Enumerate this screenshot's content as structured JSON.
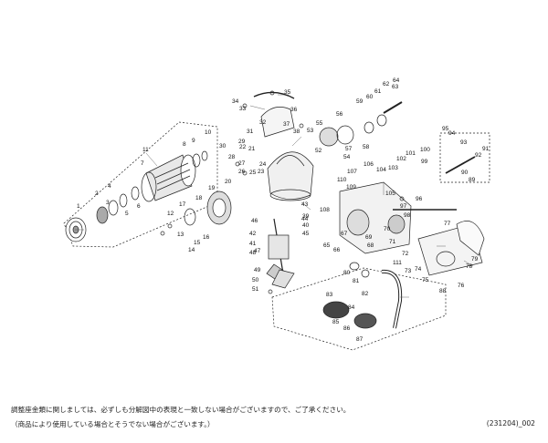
{
  "notes": {
    "line1": "調整座金類に関しましては、必ずしも分解図中の表現と一致しない場合がございますので、ご了承ください。",
    "line2": "（商品により使用している場合とそうでない場合がございます。）"
  },
  "diagram_code": "(231204)_002",
  "part_numbers": [
    "1",
    "2",
    "3",
    "4",
    "5",
    "6",
    "7",
    "8",
    "9",
    "10",
    "11",
    "12",
    "13",
    "14",
    "15",
    "16",
    "17",
    "18",
    "19",
    "20",
    "21",
    "22",
    "23",
    "24",
    "25",
    "26",
    "27",
    "28",
    "29",
    "30",
    "31",
    "32",
    "33",
    "34",
    "35",
    "36",
    "37",
    "38",
    "39",
    "40",
    "41",
    "42",
    "43",
    "44",
    "45",
    "46",
    "47",
    "48",
    "49",
    "50",
    "51",
    "52",
    "53",
    "54",
    "55",
    "56",
    "57",
    "58",
    "59",
    "60",
    "61",
    "62",
    "63",
    "64",
    "65",
    "66",
    "67",
    "68",
    "69",
    "70",
    "71",
    "72",
    "73",
    "74",
    "75",
    "76",
    "77",
    "78",
    "79",
    "80",
    "81",
    "82",
    "83",
    "84",
    "85",
    "86",
    "87",
    "88",
    "89",
    "90",
    "91",
    "92",
    "93",
    "94",
    "95",
    "96",
    "97",
    "98",
    "99",
    "100",
    "101",
    "102",
    "103",
    "104",
    "105",
    "106",
    "107",
    "108",
    "109",
    "110",
    "111"
  ]
}
